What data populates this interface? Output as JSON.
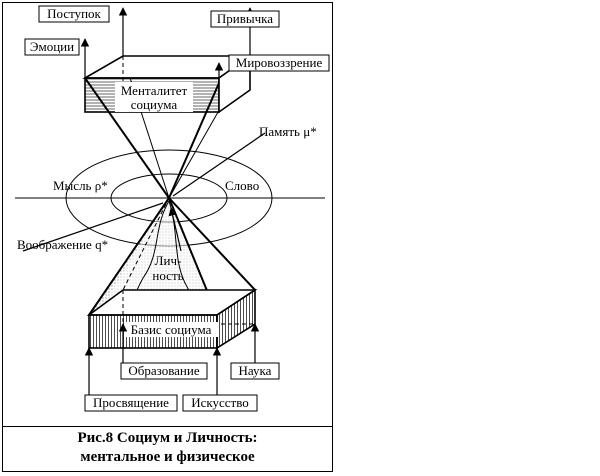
{
  "labels": {
    "postupok": "Поступок",
    "privychka": "Привычка",
    "emotsii": "Эмоции",
    "mirovozzrenie": "Мировоззрение",
    "mentalitet_line1": "Менталитет",
    "mentalitet_line2": "социума",
    "pamyat": "Память μ*",
    "mysl": "Мысль ρ*",
    "slovo": "Слово",
    "voobrazhenie": "Воображение q*",
    "lichnost_line1": "Лич-",
    "lichnost_line2": "ность",
    "bazis": "Базис социума",
    "obrazovanie": "Образование",
    "nauka": "Наука",
    "prosveshchenie": "Просвящение",
    "iskusstvo": "Искусство"
  },
  "caption": {
    "line1": "Рис.8 Социум и Личность:",
    "line2": "ментальное и физическое"
  }
}
